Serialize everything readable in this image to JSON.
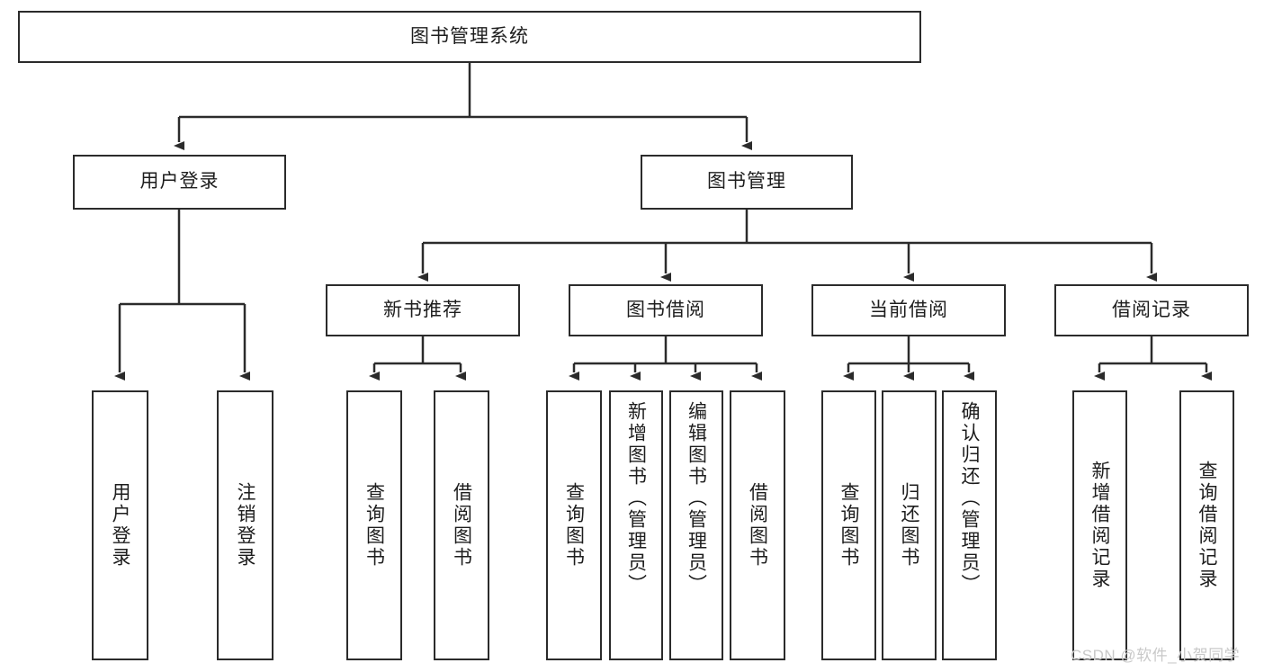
{
  "diagram": {
    "type": "tree",
    "title": "图书管理系统",
    "orientation": "top-down",
    "style": {
      "box_fill": "#ffffff",
      "box_stroke": "#2b2b2b",
      "text_color": "#1d1d1d",
      "connector_color": "#2b2b2b",
      "background": "#ffffff"
    },
    "nodes": {
      "root": {
        "label": "图书管理系统",
        "level": 0
      },
      "user_login": {
        "label": "用户登录",
        "level": 1
      },
      "book_manage": {
        "label": "图书管理",
        "level": 1
      },
      "new_book_rec": {
        "label": "新书推荐",
        "level": 2
      },
      "book_borrow": {
        "label": "图书借阅",
        "level": 2
      },
      "current_borrow": {
        "label": "当前借阅",
        "level": 2
      },
      "borrow_record": {
        "label": "借阅记录",
        "level": 2
      },
      "leaf_user_login": {
        "label": "用户登录",
        "level": 3,
        "parent": "user_login"
      },
      "leaf_logout": {
        "label": "注销登录",
        "level": 3,
        "parent": "user_login"
      },
      "leaf_query_book_1": {
        "label": "查询图书",
        "level": 3,
        "parent": "new_book_rec"
      },
      "leaf_borrow_book_1": {
        "label": "借阅图书",
        "level": 3,
        "parent": "new_book_rec"
      },
      "leaf_query_book_2": {
        "label": "查询图书",
        "level": 3,
        "parent": "book_borrow"
      },
      "leaf_add_book": {
        "label": "新增图书（管理员）",
        "level": 3,
        "parent": "book_borrow"
      },
      "leaf_edit_book": {
        "label": "编辑图书（管理员）",
        "level": 3,
        "parent": "book_borrow"
      },
      "leaf_borrow_book_2": {
        "label": "借阅图书",
        "level": 3,
        "parent": "book_borrow"
      },
      "leaf_query_book_3": {
        "label": "查询图书",
        "level": 3,
        "parent": "current_borrow"
      },
      "leaf_return_book": {
        "label": "归还图书",
        "level": 3,
        "parent": "current_borrow"
      },
      "leaf_confirm_return": {
        "label": "确认归还（管理员）",
        "level": 3,
        "parent": "current_borrow"
      },
      "leaf_add_record": {
        "label": "新增借阅记录",
        "level": 3,
        "parent": "borrow_record"
      },
      "leaf_query_record": {
        "label": "查询借阅记录",
        "level": 3,
        "parent": "borrow_record"
      }
    },
    "edges": [
      {
        "from": "root",
        "to": "user_login"
      },
      {
        "from": "root",
        "to": "book_manage"
      },
      {
        "from": "book_manage",
        "to": "new_book_rec"
      },
      {
        "from": "book_manage",
        "to": "book_borrow"
      },
      {
        "from": "book_manage",
        "to": "current_borrow"
      },
      {
        "from": "book_manage",
        "to": "borrow_record"
      },
      {
        "from": "user_login",
        "to": "leaf_user_login"
      },
      {
        "from": "user_login",
        "to": "leaf_logout"
      },
      {
        "from": "new_book_rec",
        "to": "leaf_query_book_1"
      },
      {
        "from": "new_book_rec",
        "to": "leaf_borrow_book_1"
      },
      {
        "from": "book_borrow",
        "to": "leaf_query_book_2"
      },
      {
        "from": "book_borrow",
        "to": "leaf_add_book"
      },
      {
        "from": "book_borrow",
        "to": "leaf_edit_book"
      },
      {
        "from": "book_borrow",
        "to": "leaf_borrow_book_2"
      },
      {
        "from": "current_borrow",
        "to": "leaf_query_book_3"
      },
      {
        "from": "current_borrow",
        "to": "leaf_return_book"
      },
      {
        "from": "current_borrow",
        "to": "leaf_confirm_return"
      },
      {
        "from": "borrow_record",
        "to": "leaf_add_record"
      },
      {
        "from": "borrow_record",
        "to": "leaf_query_record"
      }
    ]
  },
  "watermark": {
    "text": "CSDN @软件_小贺同学"
  }
}
